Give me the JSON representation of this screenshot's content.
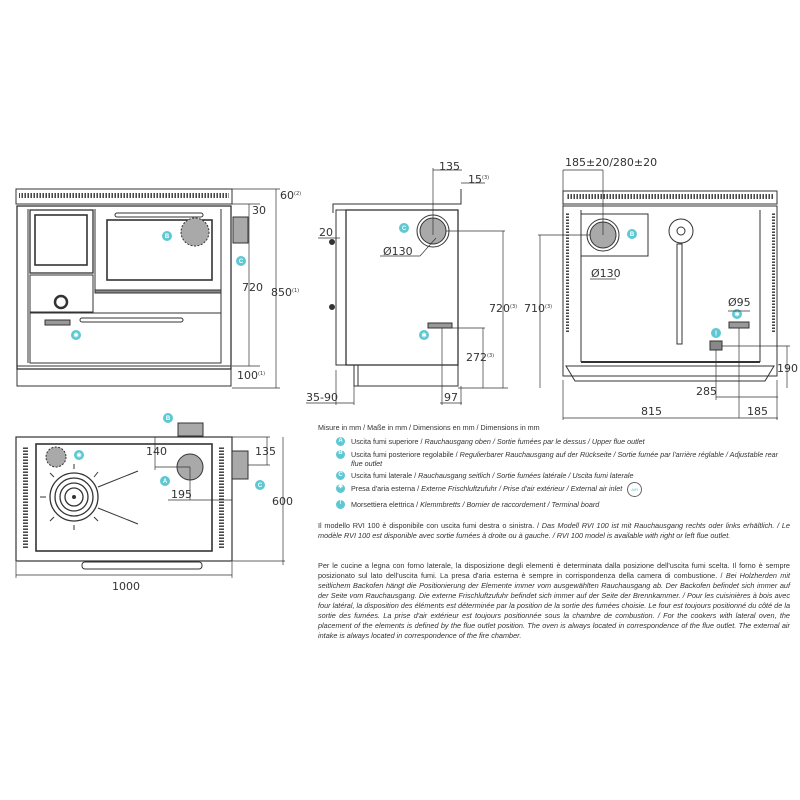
{
  "drawing": {
    "front_view": {
      "dimensions": {
        "top_offset": "60",
        "top_offset_note": "(2)",
        "flue_offset": "30",
        "body_height": "720",
        "total_height": "850",
        "total_height_note": "(1)",
        "plinth_height": "100",
        "plinth_note": "(1)"
      },
      "badges": [
        "B",
        "C",
        "✱"
      ]
    },
    "side_view": {
      "dimensions": {
        "flue_from_front": "135",
        "top_protrusion": "15",
        "top_protrusion_note": "(3)",
        "side_gap": "20",
        "flue_diameter": "Ø130",
        "flue_height": "720",
        "flue_height_note": "(3)",
        "air_inlet_height": "272",
        "air_inlet_note": "(3)",
        "depth_adjust": "35-90",
        "air_inlet_from_back": "97"
      },
      "badges": [
        "C",
        "✱"
      ]
    },
    "rear_view": {
      "dimensions": {
        "flue_position": "185±20/280±20",
        "flue_diameter": "Ø130",
        "flue_height": "710",
        "flue_height_note": "(3)",
        "air_inlet_diameter": "Ø95",
        "terminal_height": "190",
        "terminal_from_side": "285",
        "width": "815",
        "air_inlet_from_side": "185"
      },
      "badges": [
        "B",
        "✱",
        "!"
      ]
    },
    "top_view": {
      "dimensions": {
        "flue_from_back": "140",
        "flue_from_side": "195",
        "side_flue_offset": "135",
        "depth": "600",
        "width": "1000"
      },
      "badges": [
        "B",
        "✱",
        "A",
        "C"
      ]
    }
  },
  "legend": {
    "title": "Misure in mm / Maße in mm / Dimensions en mm / Dimensions in mm",
    "items": [
      {
        "badge": "A",
        "text_it": "Uscita fumi superiore / ",
        "text_other": "Rauchausgang oben  / Sortie fumées par le dessus / Upper flue outlet"
      },
      {
        "badge": "B",
        "text_it": "Uscita fumi posteriore regolabile / ",
        "text_other": "Regulierbarer Rauchausgang auf der Rückseite / Sortie fumée par l'arrière réglable / Adjustable rear flue outlet"
      },
      {
        "badge": "C",
        "text_it": "Uscita fumi laterale / ",
        "text_other": "Rauchausgang seitlich  / Sortie fumées latérale / Uscita fumi laterale"
      },
      {
        "badge": "✱",
        "text_it": "Presa d'aria esterna / ",
        "text_other": "Externe Frischluftzufuhr / Prise d'air extérieur / External air inlet",
        "icon": "air-inlet-icon"
      },
      {
        "badge": "!",
        "text_it": "Morsettiera elettrica / ",
        "text_other": "Klemmbretts / Bornier de raccordement / Terminal board"
      }
    ],
    "air_icon_label": "AIR"
  },
  "paragraphs": {
    "model_it": "Il modello RVI 100 è disponibile con uscita fumi destra o sinistra. / ",
    "model_other": "Das Modell RVI 100 ist mit Rauchausgang rechts oder links erhältlich. / Le modèle RVI 100 est disponible avec sortie fumées à droite ou à gauche. / RVI 100 model is available with right or left flue outlet.",
    "layout_it": "Per le cucine a legna con forno laterale, la disposizione degli elementi è determinata dalla posizione dell'uscita fumi scelta. Il forno è sempre posizionato sul lato dell'uscita fumi. La presa d'aria esterna è sempre in corrispondenza della camera di combustione. / ",
    "layout_other": "Bei Holzherden mit seitlichem Backofen hängt die Positionierung der Elemente immer vom ausgewählten Rauchausgang ab. Der Backofen befindet sich immer auf der Seite vom Rauchausgang. Die externe Frischluftzufuhr befindet sich immer auf der Seite der Brennkammer. / Pour les cuisinières à bois avec four latéral, la disposition des éléments est déterminée par la position de la sortie des fumées choisie. Le four est toujours positionné du côté de la sortie des fumées. La prise d'air extérieur est toujours positionnée sous la chambre de combustion. / For the cookers with lateral oven, the placement of the elements is defined by the flue outlet position. The oven is always located in correspondence of the flue outlet. The external air intake is always located in correspondence of the fire chamber."
  },
  "colors": {
    "badge": "#5ec8d2",
    "line": "#333333",
    "fill_grey": "#a9a9a9"
  }
}
